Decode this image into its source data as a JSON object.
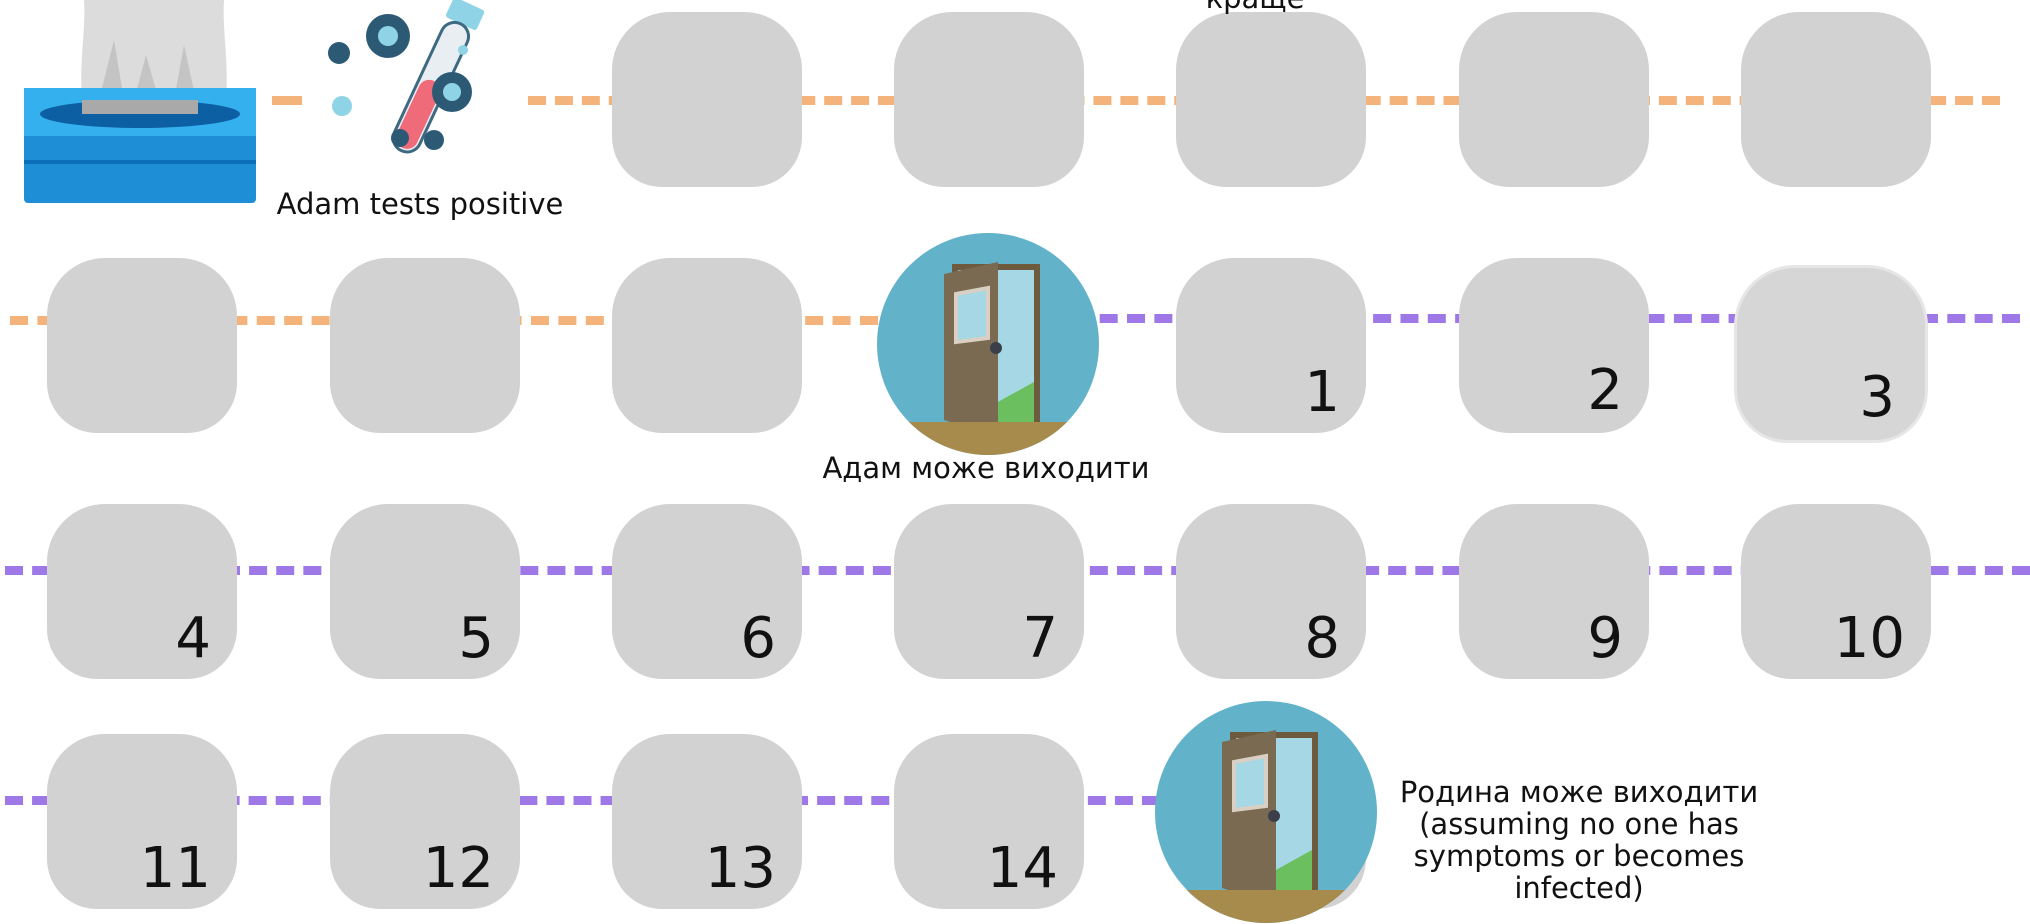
{
  "colors": {
    "orange_line": "#f4b37a",
    "purple_line": "#9d78e6",
    "cell": "#d2d2d2"
  },
  "captions": {
    "top_cut": "краще",
    "test_positive": "Adam tests positive",
    "adam_out": "Адам може виходити",
    "family_out": "Родина може виходити (assuming no one has symptoms or becomes infected)"
  },
  "day_numbers": [
    "1",
    "2",
    "3",
    "4",
    "5",
    "6",
    "7",
    "8",
    "9",
    "10",
    "11",
    "12",
    "13",
    "14"
  ],
  "icons": [
    "tissue-box-icon",
    "virus-test-tube-icon",
    "open-door-icon"
  ]
}
